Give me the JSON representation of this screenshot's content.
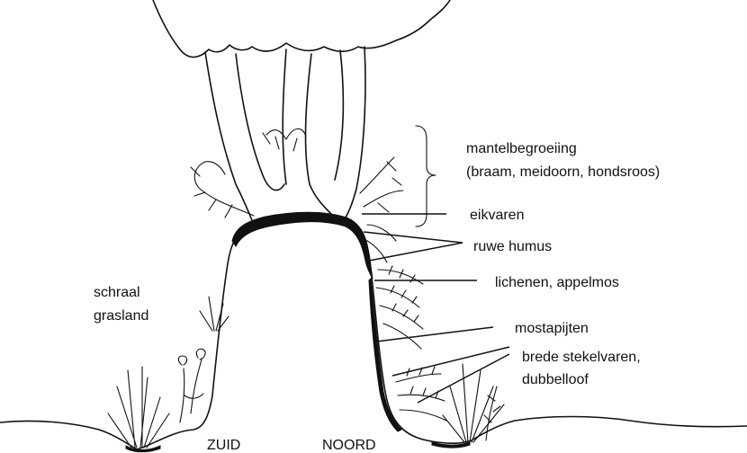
{
  "labels": {
    "mantel_line1": "mantelbegroeiing",
    "mantel_line2": "(braam, meidoorn, hondsroos)",
    "eikvaren": "eikvaren",
    "ruwe_humus": "ruwe humus",
    "lichenen": "lichenen, appelmos",
    "mostapijten": "mostapijten",
    "brede_line1": "brede stekelvaren,",
    "brede_line2": "dubbelloof",
    "schraal_line1": "schraal",
    "schraal_line2": "grasland",
    "zuid": "ZUID",
    "noord": "NOORD"
  }
}
